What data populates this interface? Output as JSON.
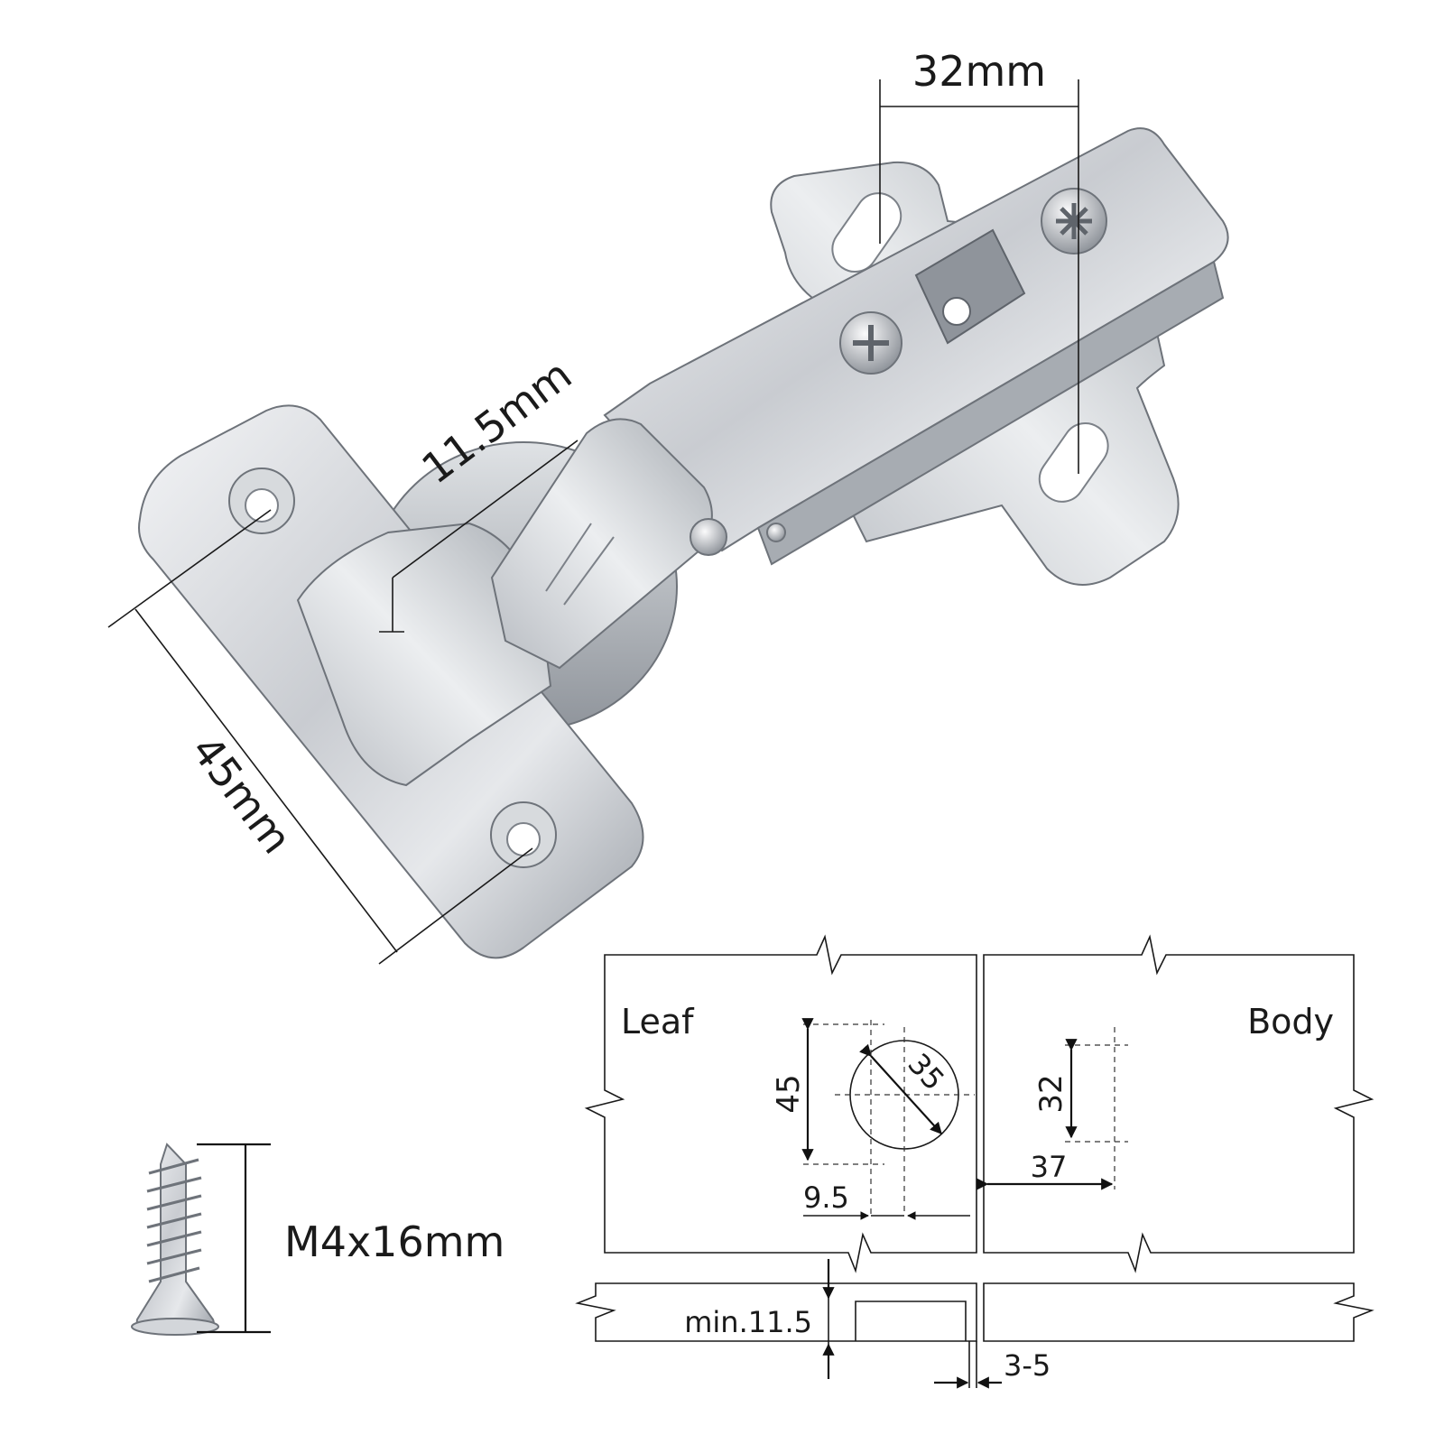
{
  "hinge_dimensions": {
    "cup_plate_hole_spacing": "32mm",
    "cup_depth": "11.5mm",
    "plate_hole_spacing": "45mm"
  },
  "screw": {
    "size_label": "M4x16mm"
  },
  "install_diagram": {
    "leaf_label": "Leaf",
    "body_label": "Body",
    "cup_diameter": "35",
    "leaf_hole_spacing": "45",
    "cup_edge_offset": "9.5",
    "body_hole_spacing": "32",
    "body_edge_offset": "37",
    "min_thickness": "min.11.5",
    "gap": "3-5"
  }
}
